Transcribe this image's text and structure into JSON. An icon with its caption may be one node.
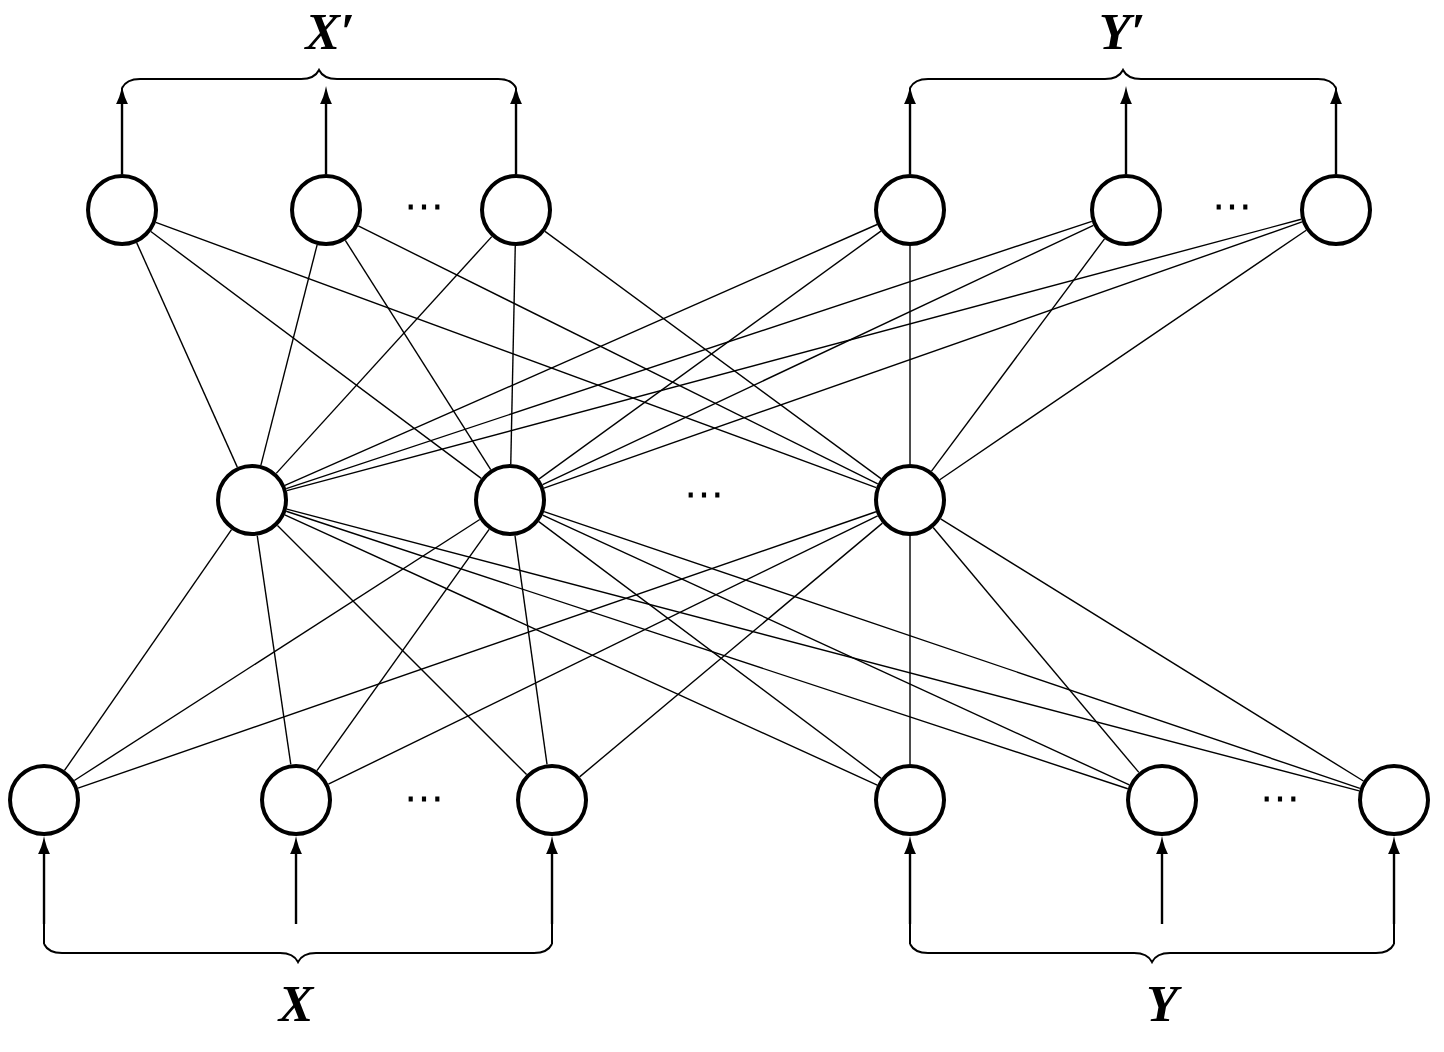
{
  "diagram": {
    "nodes": [
      {
        "text": [],
        "shape": "circle"
      },
      {
        "text": [],
        "shape": "circle"
      },
      {
        "text": [],
        "shape": "circle"
      },
      {
        "text": [],
        "shape": "circle"
      },
      {
        "text": [],
        "shape": "circle"
      },
      {
        "text": [],
        "shape": "circle"
      },
      {
        "text": [],
        "shape": "circle"
      },
      {
        "text": [],
        "shape": "circle"
      },
      {
        "text": [],
        "shape": "circle"
      },
      {
        "text": [],
        "shape": "circle"
      },
      {
        "text": [],
        "shape": "circle"
      },
      {
        "text": [],
        "shape": "circle"
      },
      {
        "text": [],
        "shape": "circle"
      },
      {
        "text": [],
        "shape": "circle"
      },
      {
        "text": [],
        "shape": "circle"
      }
    ],
    "edges": [
      {
        "from": 6,
        "to": 0,
        "arrow": "none"
      },
      {
        "from": 6,
        "to": 1,
        "arrow": "none"
      },
      {
        "from": 6,
        "to": 2,
        "arrow": "none"
      },
      {
        "from": 6,
        "to": 3,
        "arrow": "none"
      },
      {
        "from": 6,
        "to": 4,
        "arrow": "none"
      },
      {
        "from": 6,
        "to": 5,
        "arrow": "none"
      },
      {
        "from": 7,
        "to": 0,
        "arrow": "none"
      },
      {
        "from": 7,
        "to": 1,
        "arrow": "none"
      },
      {
        "from": 7,
        "to": 2,
        "arrow": "none"
      },
      {
        "from": 7,
        "to": 3,
        "arrow": "none"
      },
      {
        "from": 7,
        "to": 4,
        "arrow": "none"
      },
      {
        "from": 7,
        "to": 5,
        "arrow": "none"
      },
      {
        "from": 8,
        "to": 0,
        "arrow": "none"
      },
      {
        "from": 8,
        "to": 1,
        "arrow": "none"
      },
      {
        "from": 8,
        "to": 2,
        "arrow": "none"
      },
      {
        "from": 8,
        "to": 3,
        "arrow": "none"
      },
      {
        "from": 8,
        "to": 4,
        "arrow": "none"
      },
      {
        "from": 8,
        "to": 5,
        "arrow": "none"
      },
      {
        "from": 9,
        "to": 6,
        "arrow": "none"
      },
      {
        "from": 9,
        "to": 7,
        "arrow": "none"
      },
      {
        "from": 9,
        "to": 8,
        "arrow": "none"
      },
      {
        "from": 10,
        "to": 6,
        "arrow": "none"
      },
      {
        "from": 10,
        "to": 7,
        "arrow": "none"
      },
      {
        "from": 10,
        "to": 8,
        "arrow": "none"
      },
      {
        "from": 11,
        "to": 6,
        "arrow": "none"
      },
      {
        "from": 11,
        "to": 7,
        "arrow": "none"
      },
      {
        "from": 11,
        "to": 8,
        "arrow": "none"
      },
      {
        "from": 12,
        "to": 6,
        "arrow": "none"
      },
      {
        "from": 12,
        "to": 7,
        "arrow": "none"
      },
      {
        "from": 12,
        "to": 8,
        "arrow": "none"
      },
      {
        "from": 13,
        "to": 6,
        "arrow": "none"
      },
      {
        "from": 13,
        "to": 7,
        "arrow": "none"
      },
      {
        "from": 13,
        "to": 8,
        "arrow": "none"
      },
      {
        "from": 14,
        "to": 6,
        "arrow": "none"
      },
      {
        "from": 14,
        "to": 7,
        "arrow": "none"
      },
      {
        "from": 14,
        "to": 8,
        "arrow": "none"
      },
      {
        "from": null,
        "to": 9,
        "arrow": "to"
      },
      {
        "from": null,
        "to": 10,
        "arrow": "to"
      },
      {
        "from": null,
        "to": 11,
        "arrow": "to"
      },
      {
        "from": null,
        "to": 12,
        "arrow": "to"
      },
      {
        "from": null,
        "to": 13,
        "arrow": "to"
      },
      {
        "from": null,
        "to": 14,
        "arrow": "to"
      },
      {
        "from": 0,
        "to": null,
        "arrow": "to"
      },
      {
        "from": 1,
        "to": null,
        "arrow": "to"
      },
      {
        "from": 2,
        "to": null,
        "arrow": "to"
      },
      {
        "from": 3,
        "to": null,
        "arrow": "to"
      },
      {
        "from": 4,
        "to": null,
        "arrow": "to"
      },
      {
        "from": 5,
        "to": null,
        "arrow": "to"
      }
    ],
    "labels": [
      "X′",
      "Y′",
      "⋯",
      "⋯",
      "⋯",
      "⋯",
      "⋯",
      "X",
      "Y"
    ]
  }
}
